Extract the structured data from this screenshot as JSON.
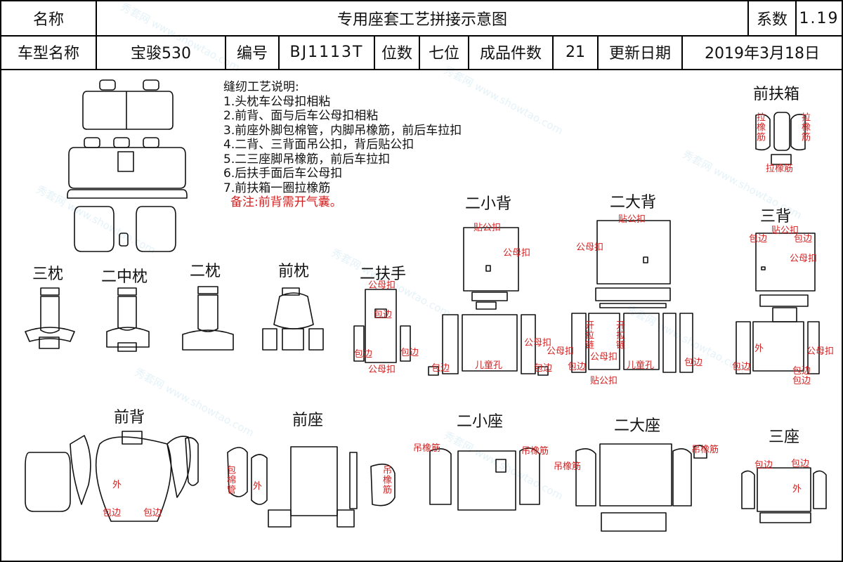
{
  "header": {
    "row1": {
      "name_label": "名称",
      "title": "专用座套工艺拼接示意图",
      "coef_label": "系数",
      "coef_value": "1.19"
    },
    "row2": {
      "model_label": "车型名称",
      "model_value": "宝骏530",
      "code_label": "编号",
      "code_value": "BJ1113T",
      "seats_label": "位数",
      "seats_value": "七位",
      "pieces_label": "成品件数",
      "pieces_value": "21",
      "date_label": "更新日期",
      "date_value": "2019年3月18日"
    }
  },
  "notes": {
    "heading": "缝纫工艺说明:",
    "items": [
      "1.头枕车公母扣相粘",
      "2.前背、面与后车公母扣相粘",
      "3.前座外脚包棉管，内脚吊橡筋，前后车拉扣",
      "4.二背、三背面吊公扣，背后贴公扣",
      "5.二三座脚吊橡筋，前后车拉扣",
      "6.后扶手面后车公母扣",
      "7.前扶箱一圈拉橡筋"
    ],
    "remark": "备注:前背需开气囊。"
  },
  "labels": {
    "front_box": "前扶箱",
    "second_small_back": "二小背",
    "second_big_back": "二大背",
    "third_back": "三背",
    "third_pillow": "三枕",
    "second_mid_pillow": "二中枕",
    "second_pillow": "二枕",
    "front_pillow": "前枕",
    "second_armrest": "二扶手",
    "front_back": "前背",
    "front_seat": "前座",
    "second_small_seat": "二小座",
    "second_big_seat": "二大座",
    "third_seat": "三座"
  },
  "annotations": {
    "pull_elastic_v": "拉橡筋",
    "pull_elastic": "拉橡筋",
    "tie_male": "贴公扣",
    "male_female": "公母扣",
    "male_female_top": "公母扣",
    "hem": "包边",
    "outer": "外",
    "child_seat": "儿童孔",
    "open_zip": "开拉链",
    "cotton_tube": "包棉管",
    "hang_elastic": "吊橡筋"
  },
  "watermark": {
    "brand": "秀套网",
    "site": "www.showtao.com"
  },
  "colors": {
    "line": "#111111",
    "annotation": "#d42020"
  }
}
